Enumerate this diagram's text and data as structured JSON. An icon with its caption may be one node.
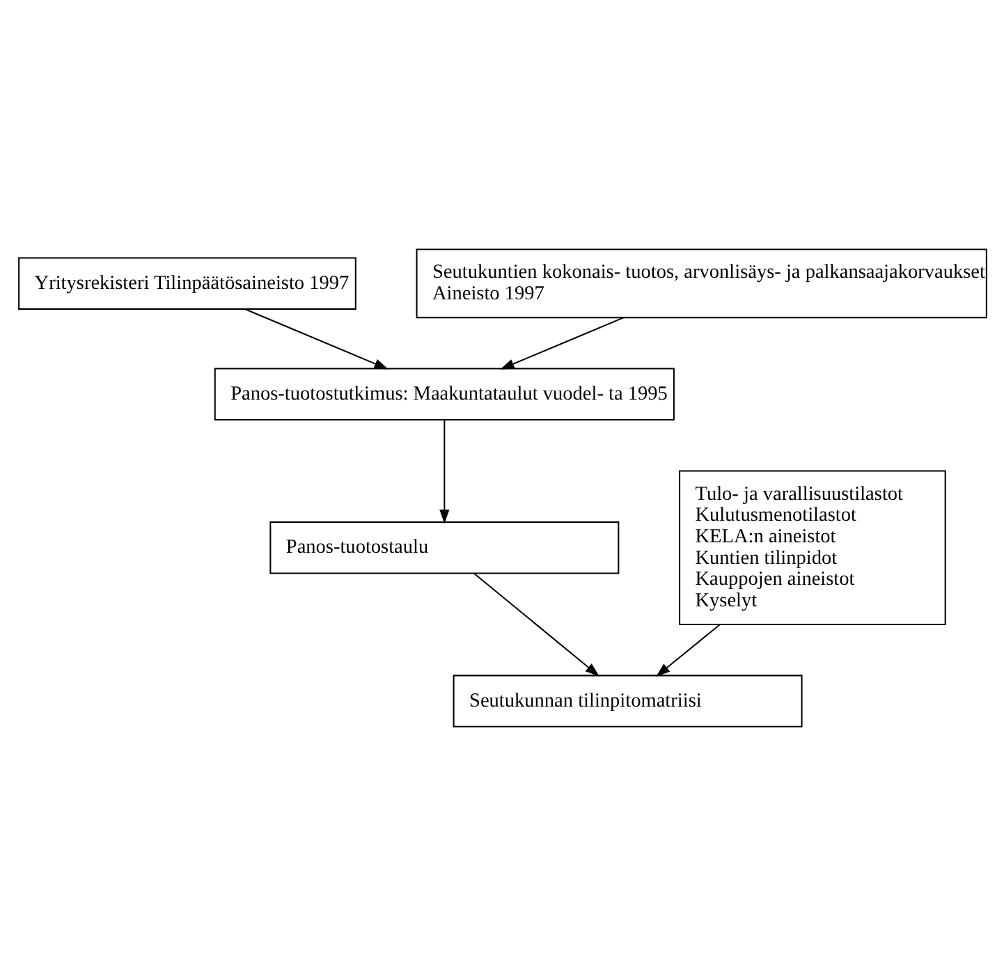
{
  "diagram": {
    "nodes": [
      {
        "text": [
          "Yritysrekisteri Tilinpäätösaineisto 1997"
        ]
      },
      {
        "text": [
          "Seutukuntien kokonais- tuotos, arvonlisäys- ja palkansaajakorvaukset",
          "Aineisto 1997"
        ]
      },
      {
        "text": [
          "Panos-tuotostutkimus: Maakuntataulut vuodel- ta 1995"
        ]
      },
      {
        "text": [
          "Panos-tuotostaulu"
        ]
      },
      {
        "text": [
          "Tulo- ja varallisuustilastot",
          "Kulutusmenotilastot",
          "KELA:n aineistot",
          "Kuntien tilinpidot",
          "Kauppojen aineistot",
          "Kyselyt"
        ]
      },
      {
        "text": [
          "Seutukunnan tilinpitomatriisi"
        ]
      }
    ],
    "edges": [
      {
        "from": 0,
        "to": 2,
        "arrow": "to"
      },
      {
        "from": 1,
        "to": 2,
        "arrow": "to"
      },
      {
        "from": 2,
        "to": 3,
        "arrow": "to"
      },
      {
        "from": 3,
        "to": 5,
        "arrow": "to"
      },
      {
        "from": 4,
        "to": 5,
        "arrow": "to"
      }
    ]
  }
}
